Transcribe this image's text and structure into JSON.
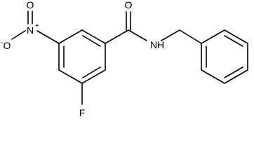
{
  "molecule": {
    "atom_labels": {
      "nitro_n": "N",
      "nitro_o_top": "O",
      "nitro_o_left": "O",
      "nitro_o_charge": "-",
      "nitro_n_charge": "+",
      "carbonyl_o": "O",
      "amide_n": "N",
      "amide_h": "H",
      "fluorine": "F"
    }
  }
}
